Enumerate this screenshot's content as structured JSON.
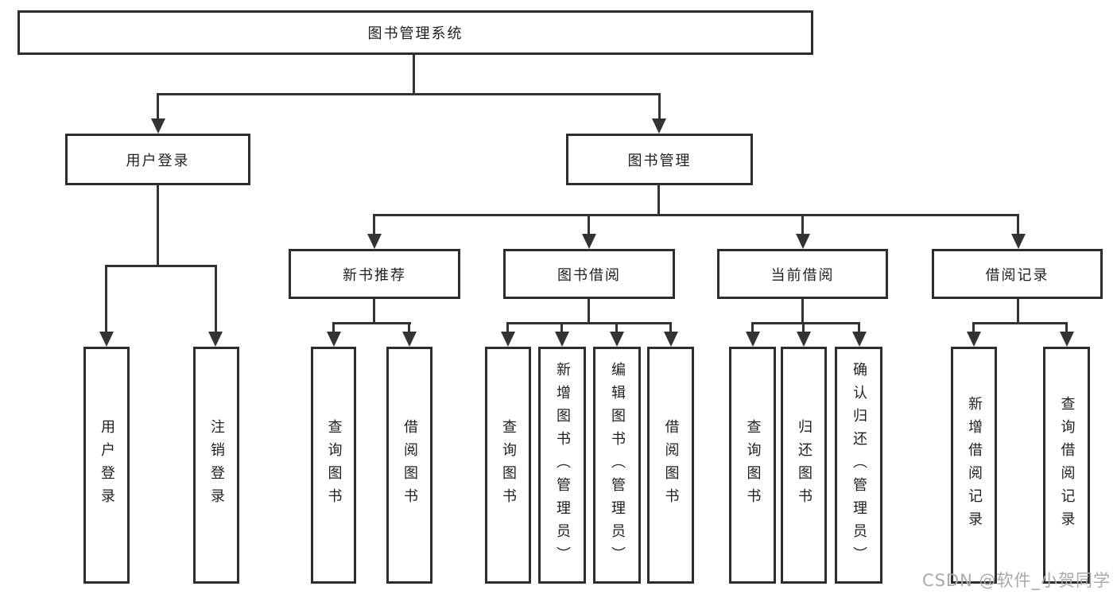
{
  "diagram": {
    "root": {
      "label": "图书管理系统"
    },
    "level2": {
      "user_login": {
        "label": "用户登录"
      },
      "book_mgmt": {
        "label": "图书管理"
      }
    },
    "level3": {
      "new_book": {
        "label": "新书推荐"
      },
      "book_borrow": {
        "label": "图书借阅"
      },
      "current_borrow": {
        "label": "当前借阅"
      },
      "borrow_records": {
        "label": "借阅记录"
      }
    },
    "leaves": {
      "user_login": [
        "用户登录",
        "注销登录"
      ],
      "new_book": [
        "查询图书",
        "借阅图书"
      ],
      "book_borrow": [
        "查询图书",
        "新增图书（管理员）",
        "编辑图书（管理员）",
        "借阅图书"
      ],
      "current_borrow": [
        "查询图书",
        "归还图书",
        "确认归还（管理员）"
      ],
      "borrow_records": [
        "新增借阅记录",
        "查询借阅记录"
      ]
    }
  },
  "watermark": "CSDN @软件_小贺同学",
  "colors": {
    "line": "#333333",
    "box_border": "#2d2d2d",
    "text": "#1f1f1f",
    "background": "#ffffff",
    "watermark": "#a9a9a9"
  }
}
